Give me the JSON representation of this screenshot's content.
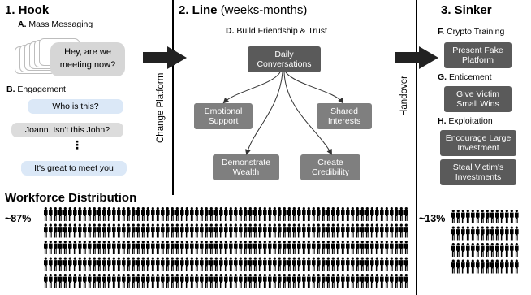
{
  "hook": {
    "title": "1. Hook",
    "a_letter": "A.",
    "a_label": "Mass Messaging",
    "mass_message": [
      "Hey, are we",
      "meeting now?"
    ],
    "b_letter": "B.",
    "b_label": "Engagement",
    "bubbles": [
      "Who is this?",
      "Joann. Isn't this John?",
      "It's great to meet you"
    ],
    "ellipsis": "⋮"
  },
  "line": {
    "title": "2. Line",
    "title_suffix": "(weeks-months)",
    "d_letter": "D.",
    "d_label": "Build Friendship & Trust",
    "boxes": {
      "daily": [
        "Daily",
        "Conversations"
      ],
      "emotional": [
        "Emotional",
        "Support"
      ],
      "shared": [
        "Shared",
        "Interests"
      ],
      "wealth": [
        "Demonstrate",
        "Wealth"
      ],
      "credibility": [
        "Create",
        "Credibility"
      ]
    }
  },
  "sinker": {
    "title": "3. Sinker",
    "f_letter": "F.",
    "f_label": "Crypto Training",
    "f_box": [
      "Present Fake",
      "Platform"
    ],
    "g_letter": "G.",
    "g_label": "Enticement",
    "g_box": [
      "Give Victim",
      "Small Wins"
    ],
    "h_letter": "H.",
    "h_label": "Exploitation",
    "h_boxes": [
      [
        "Encourage Large",
        "Investment"
      ],
      [
        "Steal Victim's",
        "Investments"
      ]
    ]
  },
  "transitions": {
    "change_platform": "Change Platform",
    "handover": "Handover"
  },
  "workforce": {
    "title": "Workforce Distribution",
    "left_pct": "~87%",
    "right_pct": "~13%"
  },
  "colors": {
    "box": "#6f6f6f",
    "bubble_blue": "#dbe8f7",
    "bubble_gray": "#dcdcdc",
    "arrow": "#222222"
  }
}
